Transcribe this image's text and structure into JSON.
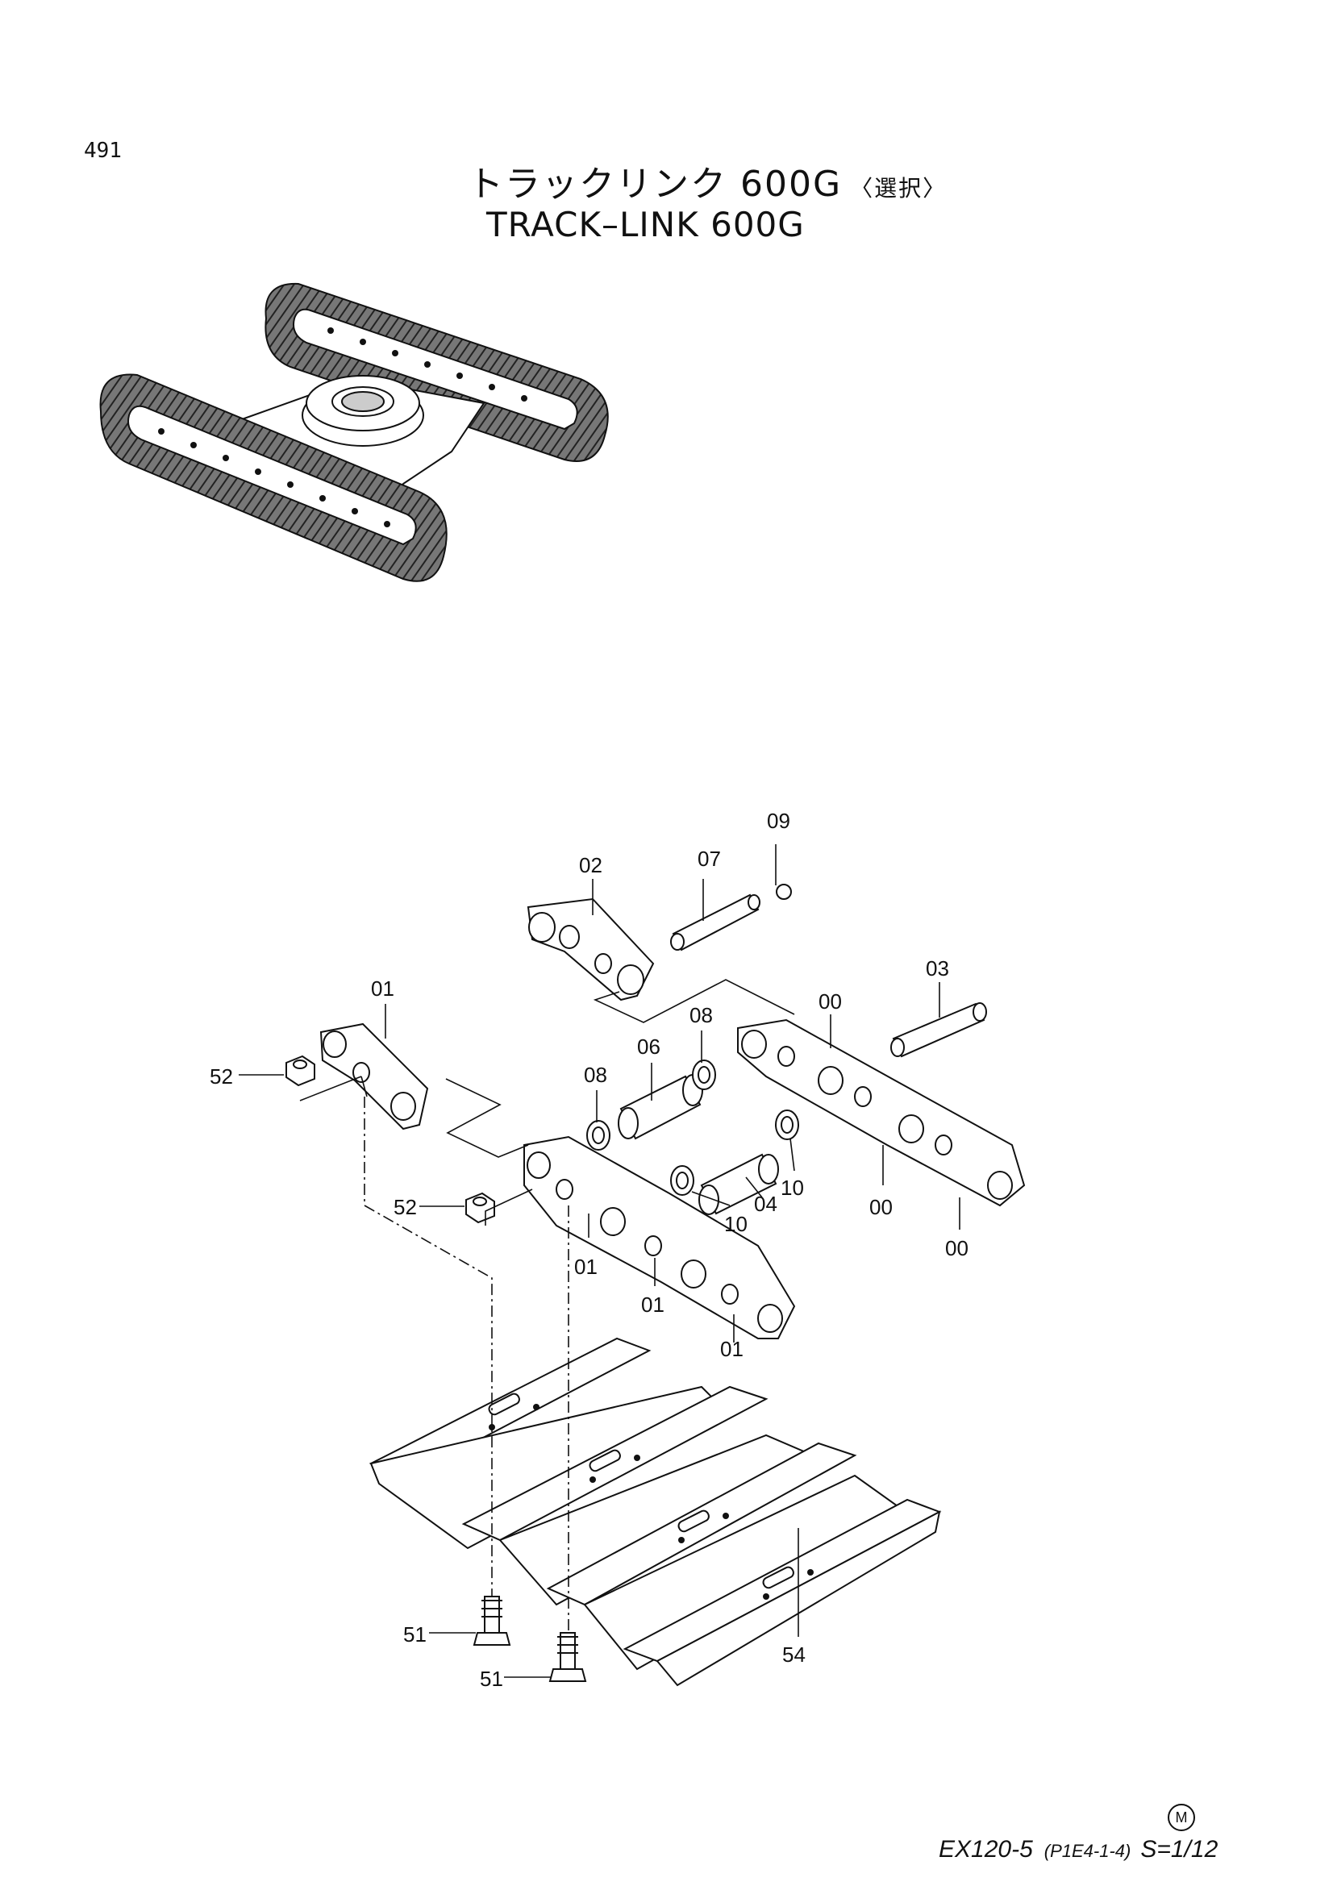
{
  "page": {
    "number": "491",
    "title_jp": "トラックリンク 600G",
    "title_jp_sel": "〈選択〉",
    "title_en": "TRACK–LINK  600G"
  },
  "labels": {
    "p00a": "00",
    "p00b": "00",
    "p00c": "00",
    "p01a": "01",
    "p01b": "01",
    "p01c": "01",
    "p01d": "01",
    "p02": "02",
    "p03": "03",
    "p04": "04",
    "p06": "06",
    "p07": "07",
    "p08a": "08",
    "p08b": "08",
    "p09": "09",
    "p10a": "10",
    "p10b": "10",
    "p51a": "51",
    "p51b": "51",
    "p52a": "52",
    "p52b": "52",
    "p54": "54"
  },
  "footer": {
    "model": "EX120-5",
    "code": "(P1E4-1-4)",
    "sheet": "S=1/12",
    "mark": "M"
  }
}
